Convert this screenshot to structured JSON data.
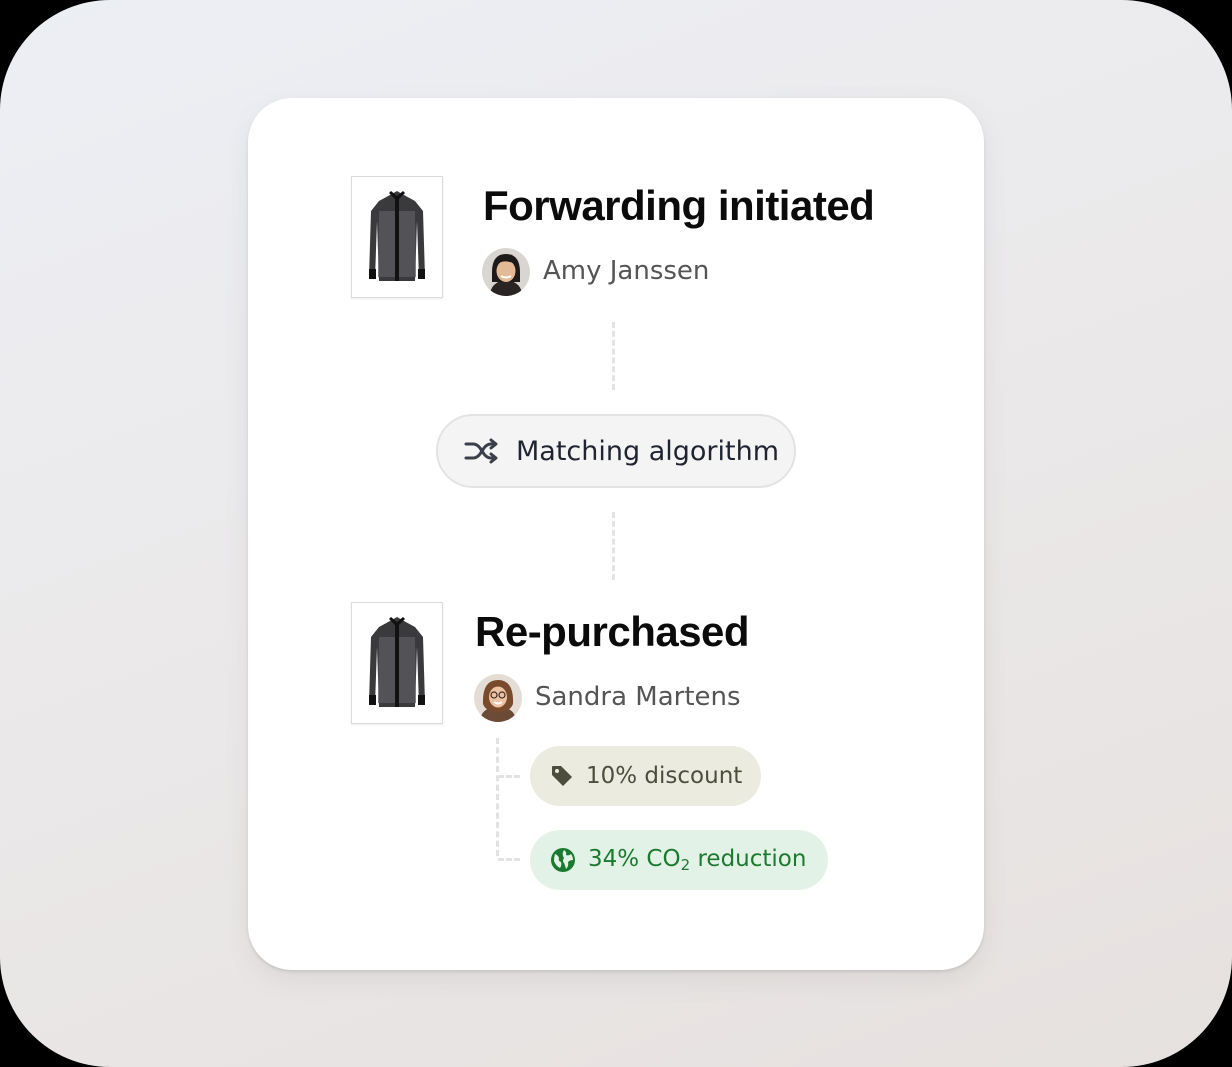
{
  "forwarding": {
    "title": "Forwarding initiated",
    "person": "Amy Janssen"
  },
  "matching": {
    "label": "Matching algorithm",
    "icon": "shuffle-icon"
  },
  "repurchased": {
    "title": "Re-purchased",
    "person": "Sandra Martens"
  },
  "badges": {
    "discount": {
      "label": "10% discount",
      "icon": "tag-icon",
      "color": "#4d4d3d",
      "background": "#ecebe0"
    },
    "co2": {
      "prefix": "34% CO",
      "subscript": "2",
      "suffix": " reduction",
      "icon": "globe-icon",
      "color": "#1b7a2f",
      "background": "#e3f2e6"
    }
  }
}
